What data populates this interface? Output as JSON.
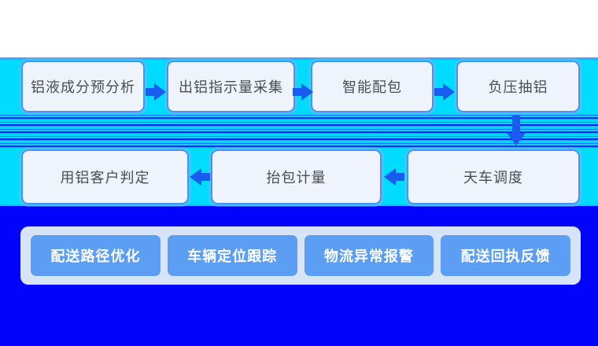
{
  "colors": {
    "panel_cyan": "#00dcff",
    "panel_blue": "#0203fa",
    "panel_top_line": "#45a0ff",
    "node_fill": "#eef3fc",
    "node_border": "#4b92f8",
    "node_text": "#4a4d54",
    "arrow": "#1b5cf0",
    "tray_fill": "#d7e4f8",
    "button_fill": "#5b9ef3",
    "button_text": "#ffffff"
  },
  "flow": {
    "row1": {
      "direction": "right",
      "nodes": [
        {
          "label": "铝液成分预分析"
        },
        {
          "label": "出铝指示量采集"
        },
        {
          "label": "智能配包"
        },
        {
          "label": "负压抽铝"
        }
      ]
    },
    "connector_down": {
      "from": "负压抽铝",
      "to": "天车调度",
      "direction": "down"
    },
    "row2": {
      "direction": "left",
      "nodes": [
        {
          "label": "用铝客户判定"
        },
        {
          "label": "抬包计量"
        },
        {
          "label": "天车调度"
        }
      ]
    },
    "tray": {
      "buttons": [
        {
          "label": "配送路径优化"
        },
        {
          "label": "车辆定位跟踪"
        },
        {
          "label": "物流异常报警"
        },
        {
          "label": "配送回执反馈"
        }
      ]
    }
  }
}
